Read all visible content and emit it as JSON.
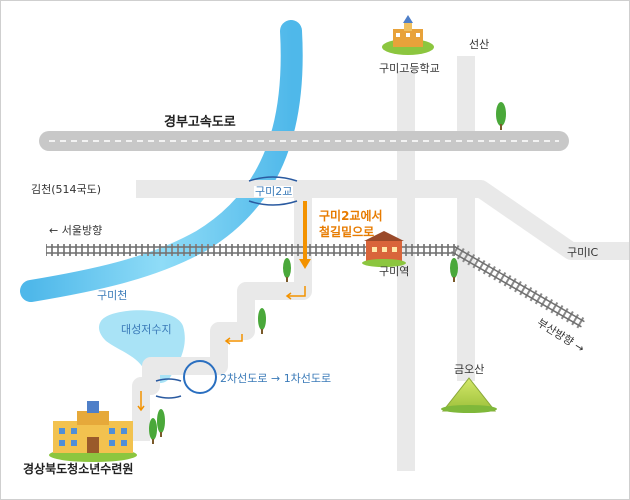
{
  "map": {
    "roads": {
      "expressway": "경부고속도로",
      "gimcheon": "김천(514국도)",
      "seonsan": "선산",
      "gumi_ic": "구미IC"
    },
    "rail": {
      "to_seoul": "← 서울방향",
      "to_busan": "부산방향 →",
      "station": "구미역"
    },
    "water": {
      "river": "구미천",
      "reservoir": "대성저수지"
    },
    "bridge": "구미2교",
    "landmarks": {
      "school": "구미고등학교",
      "mountain": "금오산",
      "destination": "경상북도청소년수련원"
    },
    "route_notes": {
      "under_bridge_line1": "구미2교에서",
      "under_bridge_line2": "철길밑으로",
      "lane_change": "2차선도로 → 1차선도로"
    },
    "colors": {
      "road": "#e9e9e9",
      "expressway": "#c8c8c8",
      "river": "#5bc6ee",
      "route": "#f39200",
      "rail": "#8a8a8a",
      "label_blue": "#3a7ab8"
    }
  }
}
